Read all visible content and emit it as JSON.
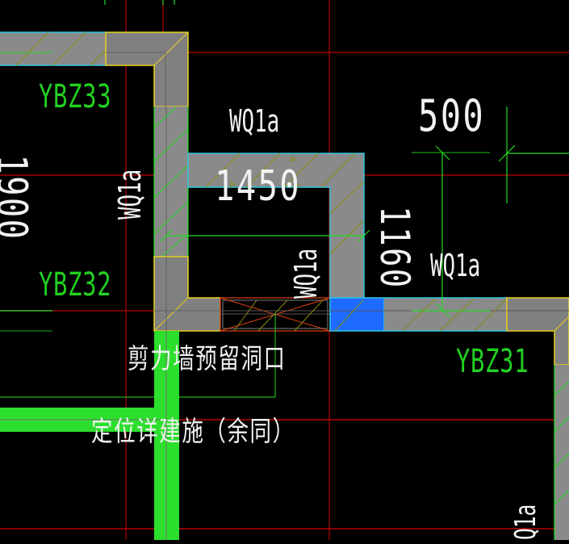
{
  "colors": {
    "background": "#000000",
    "wall_fill": "#8a8a8a",
    "wall_fill_dark": "#808080",
    "outline_yellow": "#e6d21e",
    "outline_cyan": "#2ec8e0",
    "axis_red": "#b00000",
    "axis_red_bright": "#e00000",
    "dim_green": "#22dd22",
    "hatch_olive": "#8a8a10",
    "opening_red": "#e04010",
    "highlight_blue": "#1f6bff",
    "beam_green": "#2ddf2d",
    "text_white": "#f0f0f0",
    "label_green": "#22d022"
  },
  "labels": {
    "ybz33": "YBZ33",
    "ybz32": "YBZ32",
    "ybz31": "YBZ31",
    "wq1a_top": "WQ1a",
    "wq1a_left_vertical": "WQ1a",
    "wq1a_center_vertical": "WQ1a",
    "wq1a_right": "WQ1a",
    "wq1a_bottom_right_vertical": "Q1a"
  },
  "dimensions": {
    "d1450": "1450",
    "d1160": "1160",
    "d500": "500",
    "d1900_partial": "1900"
  },
  "notes": {
    "line1": "剪力墙预留洞口",
    "line2": "定位详建施（余同）"
  }
}
